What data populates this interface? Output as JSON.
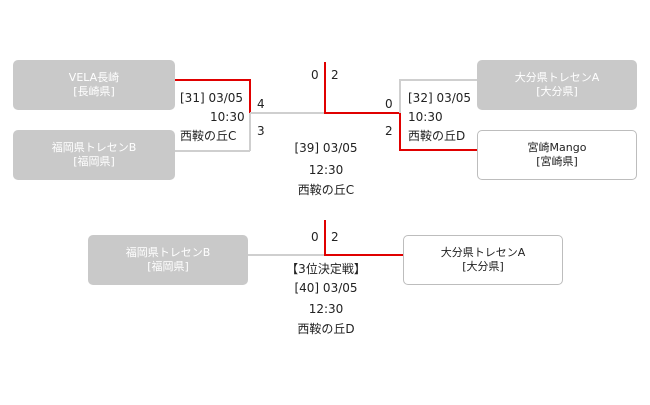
{
  "semifinal1": {
    "team_top": {
      "name": "VELA長崎",
      "pref": "[長崎県]"
    },
    "team_bottom": {
      "name": "福岡県トレセンB",
      "pref": "[福岡県]"
    },
    "match_no": "[31] 03/05",
    "time": "10:30",
    "venue": "西鞍の丘C",
    "score_top": "4",
    "score_bottom": "3"
  },
  "semifinal2": {
    "team_top": {
      "name": "大分県トレセンA",
      "pref": "[大分県]"
    },
    "team_bottom": {
      "name": "宮崎Mango",
      "pref": "[宮崎県]"
    },
    "match_no": "[32] 03/05",
    "time": "10:30",
    "venue": "西鞍の丘D",
    "score_top": "0",
    "score_bottom": "2"
  },
  "final": {
    "score_left": "0",
    "score_right": "2",
    "match_no": "[39] 03/05",
    "time": "12:30",
    "venue": "西鞍の丘C"
  },
  "third_place": {
    "heading": "【3位決定戦】",
    "team_left": {
      "name": "福岡県トレセンB",
      "pref": "[福岡県]"
    },
    "team_right": {
      "name": "大分県トレセンA",
      "pref": "[大分県]"
    },
    "score_left": "0",
    "score_right": "2",
    "match_no": "[40] 03/05",
    "time": "12:30",
    "venue": "西鞍の丘D"
  },
  "colors": {
    "win_line": "#e00000",
    "lose_line": "#cfcfcf",
    "loser_box": "#c9c9c9"
  }
}
